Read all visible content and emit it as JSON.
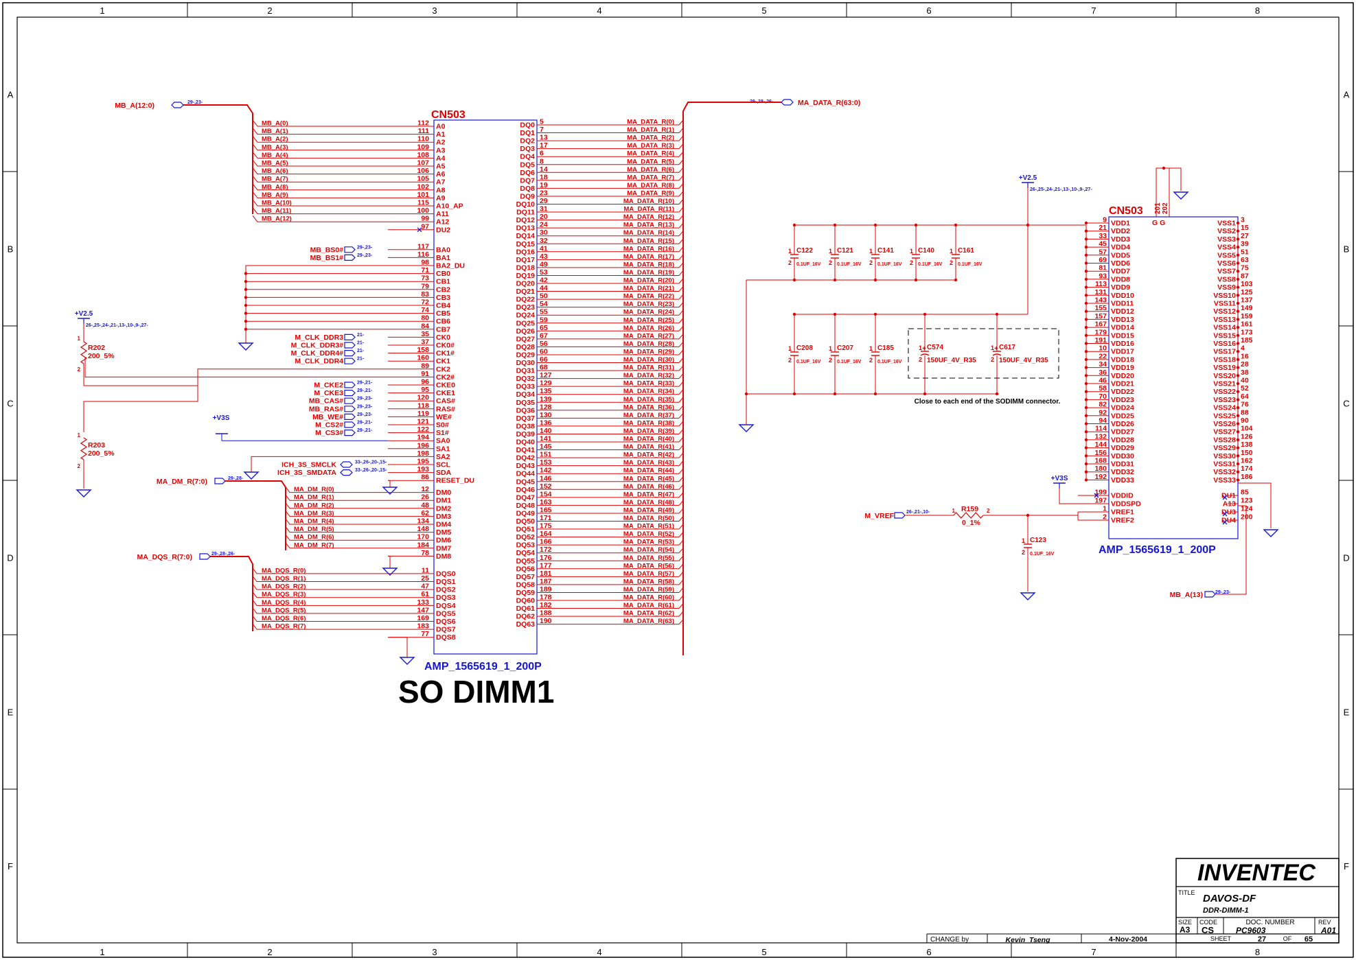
{
  "frame": {
    "columns": [
      "1",
      "2",
      "3",
      "4",
      "5",
      "6",
      "7",
      "8"
    ],
    "rows": [
      "A",
      "B",
      "C",
      "D",
      "E",
      "F"
    ]
  },
  "colors": {
    "wire": "#e00000",
    "symbol": "#1515d6",
    "frame": "#000000",
    "label": "#e00000"
  },
  "left_connector": {
    "ref": "CN503",
    "part": "AMP_1565619_1_200P",
    "caption": "SO DIMM1",
    "address_bus": {
      "name": "MB_A(12:0)",
      "xref": "29-,23-"
    },
    "address_pins": [
      {
        "net": "MB_A(0)",
        "pin": "112",
        "name": "A0"
      },
      {
        "net": "MB_A(1)",
        "pin": "111",
        "name": "A1"
      },
      {
        "net": "MB_A(2)",
        "pin": "110",
        "name": "A2"
      },
      {
        "net": "MB_A(3)",
        "pin": "109",
        "name": "A3"
      },
      {
        "net": "MB_A(4)",
        "pin": "108",
        "name": "A4"
      },
      {
        "net": "MB_A(5)",
        "pin": "107",
        "name": "A5"
      },
      {
        "net": "MB_A(6)",
        "pin": "106",
        "name": "A6"
      },
      {
        "net": "MB_A(7)",
        "pin": "105",
        "name": "A7"
      },
      {
        "net": "MB_A(8)",
        "pin": "102",
        "name": "A8"
      },
      {
        "net": "MB_A(9)",
        "pin": "101",
        "name": "A9"
      },
      {
        "net": "MB_A(10)",
        "pin": "115",
        "name": "A10_AP"
      },
      {
        "net": "MB_A(11)",
        "pin": "100",
        "name": "A11"
      },
      {
        "net": "MB_A(12)",
        "pin": "99",
        "name": "A12"
      },
      {
        "net": "",
        "pin": "97",
        "name": "DU2"
      }
    ],
    "bank_pins": [
      {
        "net": "MB_BS0#",
        "xref": "29-,23-",
        "pin": "117",
        "name": "BA0"
      },
      {
        "net": "MB_BS1#",
        "xref": "29-,23-",
        "pin": "116",
        "name": "BA1"
      },
      {
        "net": "",
        "xref": "",
        "pin": "98",
        "name": "BA2_DU"
      }
    ],
    "cb_pins": [
      {
        "pin": "71",
        "name": "CB0"
      },
      {
        "pin": "73",
        "name": "CB1"
      },
      {
        "pin": "79",
        "name": "CB2"
      },
      {
        "pin": "83",
        "name": "CB3"
      },
      {
        "pin": "72",
        "name": "CB4"
      },
      {
        "pin": "74",
        "name": "CB5"
      },
      {
        "pin": "80",
        "name": "CB6"
      },
      {
        "pin": "84",
        "name": "CB7"
      }
    ],
    "clock_pins": [
      {
        "net": "M_CLK_DDR3",
        "xref": "21-",
        "pin": "35",
        "name": "CK0"
      },
      {
        "net": "M_CLK_DDR3#",
        "xref": "21-",
        "pin": "37",
        "name": "CK0#"
      },
      {
        "net": "M_CLK_DDR4#",
        "xref": "21-",
        "pin": "158",
        "name": "CK1#"
      },
      {
        "net": "M_CLK_DDR4",
        "xref": "21-",
        "pin": "160",
        "name": "CK1"
      },
      {
        "net": "",
        "xref": "",
        "pin": "89",
        "name": "CK2"
      },
      {
        "net": "",
        "xref": "",
        "pin": "91",
        "name": "CK2#"
      }
    ],
    "ctrl_pins": [
      {
        "net": "M_CKE2",
        "xref": "29-,21-",
        "pin": "96",
        "name": "CKE0"
      },
      {
        "net": "M_CKE3",
        "xref": "29-,21-",
        "pin": "95",
        "name": "CKE1"
      },
      {
        "net": "MB_CAS#",
        "xref": "29-,23-",
        "pin": "120",
        "name": "CAS#"
      },
      {
        "net": "MB_RAS#",
        "xref": "29-,23-",
        "pin": "118",
        "name": "RAS#"
      },
      {
        "net": "MB_WE#",
        "xref": "29-,23-",
        "pin": "119",
        "name": "WE#"
      },
      {
        "net": "M_CS2#",
        "xref": "29-,21-",
        "pin": "121",
        "name": "S0#"
      },
      {
        "net": "M_CS3#",
        "xref": "29-,21-",
        "pin": "122",
        "name": "S1#"
      }
    ],
    "sa_pins": [
      {
        "pin": "194",
        "name": "SA0"
      },
      {
        "pin": "196",
        "name": "SA1"
      },
      {
        "pin": "198",
        "name": "SA2"
      }
    ],
    "smbus_pins": [
      {
        "net": "ICH_3S_SMCLK",
        "xref": "33-,26-,20-,15-",
        "pin": "195",
        "name": "SCL"
      },
      {
        "net": "ICH_3S_SMDATA",
        "xref": "33-,26-,20-,15-",
        "pin": "193",
        "name": "SDA"
      },
      {
        "net": "",
        "xref": "",
        "pin": "86",
        "name": "RESET_DU"
      }
    ],
    "dm_bus": {
      "name": "MA_DM_R(7:0)",
      "xref": "29-,28-"
    },
    "dm_pins": [
      {
        "net": "MA_DM_R(0)",
        "pin": "12",
        "name": "DM0"
      },
      {
        "net": "MA_DM_R(1)",
        "pin": "26",
        "name": "DM1"
      },
      {
        "net": "MA_DM_R(2)",
        "pin": "48",
        "name": "DM2"
      },
      {
        "net": "MA_DM_R(3)",
        "pin": "62",
        "name": "DM3"
      },
      {
        "net": "MA_DM_R(4)",
        "pin": "134",
        "name": "DM4"
      },
      {
        "net": "MA_DM_R(5)",
        "pin": "148",
        "name": "DM5"
      },
      {
        "net": "MA_DM_R(6)",
        "pin": "170",
        "name": "DM6"
      },
      {
        "net": "MA_DM_R(7)",
        "pin": "184",
        "name": "DM7"
      },
      {
        "net": "",
        "pin": "78",
        "name": "DM8"
      }
    ],
    "dqs_bus": {
      "name": "MA_DQS_R(7:0)",
      "xref": "29-,28-,26-"
    },
    "dqs_pins": [
      {
        "net": "MA_DQS_R(0)",
        "pin": "11",
        "name": "DQS0"
      },
      {
        "net": "MA_DQS_R(1)",
        "pin": "25",
        "name": "DQS1"
      },
      {
        "net": "MA_DQS_R(2)",
        "pin": "47",
        "name": "DQS2"
      },
      {
        "net": "MA_DQS_R(3)",
        "pin": "61",
        "name": "DQS3"
      },
      {
        "net": "MA_DQS_R(4)",
        "pin": "133",
        "name": "DQS4"
      },
      {
        "net": "MA_DQS_R(5)",
        "pin": "147",
        "name": "DQS5"
      },
      {
        "net": "MA_DQS_R(6)",
        "pin": "169",
        "name": "DQS6"
      },
      {
        "net": "MA_DQS_R(7)",
        "pin": "183",
        "name": "DQS7"
      },
      {
        "net": "",
        "pin": "77",
        "name": "DQS8"
      }
    ],
    "data_bus": {
      "name": "MA_DATA_R(63:0)",
      "xref": "29-,28-,26-"
    },
    "dq_pins": [
      "5",
      "7",
      "13",
      "17",
      "6",
      "8",
      "14",
      "18",
      "19",
      "23",
      "29",
      "31",
      "20",
      "24",
      "30",
      "32",
      "41",
      "43",
      "49",
      "53",
      "42",
      "44",
      "50",
      "54",
      "55",
      "59",
      "65",
      "67",
      "56",
      "60",
      "66",
      "68",
      "127",
      "129",
      "135",
      "139",
      "128",
      "130",
      "136",
      "140",
      "141",
      "145",
      "151",
      "153",
      "142",
      "146",
      "152",
      "154",
      "163",
      "165",
      "171",
      "175",
      "164",
      "166",
      "172",
      "176",
      "177",
      "181",
      "187",
      "189",
      "178",
      "182",
      "188",
      "190"
    ],
    "dq_net_prefix": "MA_DATA_R",
    "dq_name_prefix": "DQ"
  },
  "pullups": {
    "rail": "+V2.5",
    "rail_xref": "26-,25-,24-,21-,13-,10-,9-,27-",
    "r202": {
      "ref": "R202",
      "value": "200_5%",
      "pin1": "1",
      "pin2": "2"
    },
    "r203": {
      "ref": "R203",
      "value": "200_5%",
      "pin1": "1",
      "pin2": "2"
    },
    "v3s": "+V3S"
  },
  "caps": {
    "rail": "+V2.5",
    "rail_xref": "26-,25-,24-,21-,13-,10-,9-,27-",
    "row1": [
      {
        "ref": "C122",
        "value": "0.1UF_16V"
      },
      {
        "ref": "C121",
        "value": "0.1UF_16V"
      },
      {
        "ref": "C141",
        "value": "0.1UF_16V"
      },
      {
        "ref": "C140",
        "value": "0.1UF_16V"
      },
      {
        "ref": "C161",
        "value": "0.1UF_16V"
      }
    ],
    "row2": [
      {
        "ref": "C208",
        "value": "0.1UF_16V"
      },
      {
        "ref": "C207",
        "value": "0.1UF_16V"
      },
      {
        "ref": "C185",
        "value": "0.1UF_16V"
      }
    ],
    "bulk": [
      {
        "ref": "C574",
        "value": "150UF_4V_R35"
      },
      {
        "ref": "C617",
        "value": "150UF_4V_R35"
      }
    ],
    "note": "Close to each end of the SODIMM connector.",
    "pin1": "1",
    "pin2": "2"
  },
  "right_connector": {
    "ref": "CN503",
    "part": "AMP_1565619_1_200P",
    "top_pins": {
      "p1": "201",
      "p2": "202",
      "label": "G G"
    },
    "vdd_pins": [
      {
        "pin": "9",
        "name": "VDD1"
      },
      {
        "pin": "21",
        "name": "VDD2"
      },
      {
        "pin": "33",
        "name": "VDD3"
      },
      {
        "pin": "45",
        "name": "VDD4"
      },
      {
        "pin": "57",
        "name": "VDD5"
      },
      {
        "pin": "69",
        "name": "VDD6"
      },
      {
        "pin": "81",
        "name": "VDD7"
      },
      {
        "pin": "93",
        "name": "VDD8"
      },
      {
        "pin": "113",
        "name": "VDD9"
      },
      {
        "pin": "131",
        "name": "VDD10"
      },
      {
        "pin": "143",
        "name": "VDD11"
      },
      {
        "pin": "155",
        "name": "VDD12"
      },
      {
        "pin": "157",
        "name": "VDD13"
      },
      {
        "pin": "167",
        "name": "VDD14"
      },
      {
        "pin": "179",
        "name": "VDD15"
      },
      {
        "pin": "191",
        "name": "VDD16"
      },
      {
        "pin": "10",
        "name": "VDD17"
      },
      {
        "pin": "22",
        "name": "VDD18"
      },
      {
        "pin": "34",
        "name": "VDD19"
      },
      {
        "pin": "36",
        "name": "VDD20"
      },
      {
        "pin": "46",
        "name": "VDD21"
      },
      {
        "pin": "58",
        "name": "VDD22"
      },
      {
        "pin": "70",
        "name": "VDD23"
      },
      {
        "pin": "82",
        "name": "VDD24"
      },
      {
        "pin": "92",
        "name": "VDD25"
      },
      {
        "pin": "94",
        "name": "VDD26"
      },
      {
        "pin": "114",
        "name": "VDD27"
      },
      {
        "pin": "132",
        "name": "VDD28"
      },
      {
        "pin": "144",
        "name": "VDD29"
      },
      {
        "pin": "156",
        "name": "VDD30"
      },
      {
        "pin": "168",
        "name": "VDD31"
      },
      {
        "pin": "180",
        "name": "VDD32"
      },
      {
        "pin": "192",
        "name": "VDD33"
      }
    ],
    "vss_pins": [
      {
        "pin": "3",
        "name": "VSS1"
      },
      {
        "pin": "15",
        "name": "VSS2"
      },
      {
        "pin": "27",
        "name": "VSS3"
      },
      {
        "pin": "39",
        "name": "VSS4"
      },
      {
        "pin": "51",
        "name": "VSS5"
      },
      {
        "pin": "63",
        "name": "VSS6"
      },
      {
        "pin": "75",
        "name": "VSS7"
      },
      {
        "pin": "87",
        "name": "VSS8"
      },
      {
        "pin": "103",
        "name": "VSS9"
      },
      {
        "pin": "125",
        "name": "VSS10"
      },
      {
        "pin": "137",
        "name": "VSS11"
      },
      {
        "pin": "149",
        "name": "VSS12"
      },
      {
        "pin": "159",
        "name": "VSS13"
      },
      {
        "pin": "161",
        "name": "VSS14"
      },
      {
        "pin": "173",
        "name": "VSS15"
      },
      {
        "pin": "185",
        "name": "VSS16"
      },
      {
        "pin": "4",
        "name": "VSS17"
      },
      {
        "pin": "16",
        "name": "VSS18"
      },
      {
        "pin": "28",
        "name": "VSS19"
      },
      {
        "pin": "38",
        "name": "VSS20"
      },
      {
        "pin": "40",
        "name": "VSS21"
      },
      {
        "pin": "52",
        "name": "VSS22"
      },
      {
        "pin": "64",
        "name": "VSS23"
      },
      {
        "pin": "76",
        "name": "VSS24"
      },
      {
        "pin": "88",
        "name": "VSS25"
      },
      {
        "pin": "90",
        "name": "VSS26"
      },
      {
        "pin": "104",
        "name": "VSS27"
      },
      {
        "pin": "126",
        "name": "VSS28"
      },
      {
        "pin": "138",
        "name": "VSS29"
      },
      {
        "pin": "150",
        "name": "VSS30"
      },
      {
        "pin": "162",
        "name": "VSS31"
      },
      {
        "pin": "174",
        "name": "VSS32"
      },
      {
        "pin": "186",
        "name": "VSS33"
      }
    ],
    "misc_left": [
      {
        "pin": "199",
        "name": "VDDID"
      },
      {
        "pin": "197",
        "name": "VDDSPD"
      },
      {
        "pin": "1",
        "name": "VREF1"
      },
      {
        "pin": "2",
        "name": "VREF2"
      }
    ],
    "misc_right": [
      {
        "pin": "85",
        "name": "DU1"
      },
      {
        "pin": "123",
        "name": "A13"
      },
      {
        "pin": "124",
        "name": "DU3"
      },
      {
        "pin": "200",
        "name": "DU4"
      }
    ],
    "v3s": "+V3S",
    "vref": {
      "net": "M_VREF",
      "xref": "26-,21-,10-",
      "res": "R159",
      "res_value": "0_1%",
      "pin1": "1",
      "pin2": "2"
    },
    "c123": {
      "ref": "C123",
      "value": "0.1UF_16V",
      "pin1": "1",
      "pin2": "2"
    },
    "a13": {
      "net": "MB_A(13)",
      "xref": "29-,23-"
    }
  },
  "title_block": {
    "company": "INVENTEC",
    "title_label": "TITLE",
    "title": "DAVOS-DF",
    "subtitle": "DDR-DIMM-1",
    "size_label": "SIZE",
    "size": "A3",
    "code_label": "CODE",
    "code": "CS",
    "doc_label": "DOC. NUMBER",
    "doc": "PC9603",
    "rev_label": "REV",
    "rev": "A01",
    "change_label": "CHANGE by",
    "author": "Kevin_Tseng",
    "date": "4-Nov-2004",
    "sheet_label": "SHEET",
    "sheet": "27",
    "of_label": "OF",
    "total": "65"
  }
}
